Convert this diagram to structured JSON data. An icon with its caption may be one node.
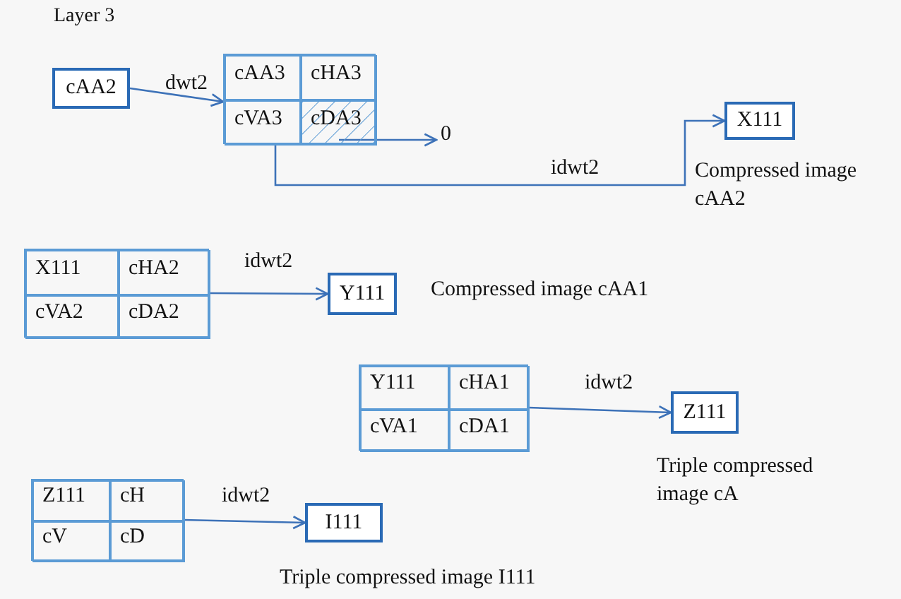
{
  "diagram": {
    "nodes": [
      {
        "text": [
          "cAA2"
        ]
      },
      {
        "text": [],
        "shape": "box"
      },
      {
        "text": [
          "cAA3"
        ],
        "in": 1
      },
      {
        "text": [
          "cHA3"
        ],
        "in": 1
      },
      {
        "text": [
          "cVA3"
        ],
        "in": 1
      },
      {
        "text": [
          "cDA3"
        ],
        "in": 1
      },
      {
        "text": [
          "0"
        ]
      },
      {
        "text": [
          "X111"
        ],
        "beside": [
          "Compressed image cAA2"
        ]
      },
      {
        "text": [],
        "shape": "box"
      },
      {
        "text": [
          "X111"
        ],
        "in": 8
      },
      {
        "text": [
          "cHA2"
        ],
        "in": 8
      },
      {
        "text": [
          "cVA2"
        ],
        "in": 8
      },
      {
        "text": [
          "cDA2"
        ],
        "in": 8
      },
      {
        "text": [
          "Y111"
        ],
        "beside": [
          "Compressed image  cAA1"
        ]
      },
      {
        "text": [],
        "shape": "box"
      },
      {
        "text": [
          "Y111"
        ],
        "in": 14
      },
      {
        "text": [
          "cHA1"
        ],
        "in": 14
      },
      {
        "text": [
          "cVA1"
        ],
        "in": 14
      },
      {
        "text": [
          "cDA1"
        ],
        "in": 14
      },
      {
        "text": [
          "Z111"
        ],
        "beside": [
          "Triple compressed image cA"
        ]
      },
      {
        "text": [],
        "shape": "box"
      },
      {
        "text": [
          "Z111"
        ],
        "in": 20
      },
      {
        "text": [
          "cH"
        ],
        "in": 20
      },
      {
        "text": [
          "cV"
        ],
        "in": 20
      },
      {
        "text": [
          "cD"
        ],
        "in": 20
      },
      {
        "text": [
          "I111"
        ],
        "beside": [
          "Triple compressed image I111"
        ]
      }
    ],
    "edges": [
      {
        "from": 0,
        "to": 1,
        "arrow": "to",
        "label": "dwt2"
      },
      {
        "from": 5,
        "to": 6,
        "arrow": "to"
      },
      {
        "from": 1,
        "to": 7,
        "arrow": "to",
        "label": "idwt2"
      },
      {
        "from": 8,
        "to": 13,
        "arrow": "to",
        "label": "idwt2"
      },
      {
        "from": 14,
        "to": 19,
        "arrow": "to",
        "label": "idwt2"
      },
      {
        "from": 20,
        "to": 25,
        "arrow": "to",
        "label": "idwt2"
      }
    ],
    "labels": [
      "Layer 3"
    ]
  }
}
